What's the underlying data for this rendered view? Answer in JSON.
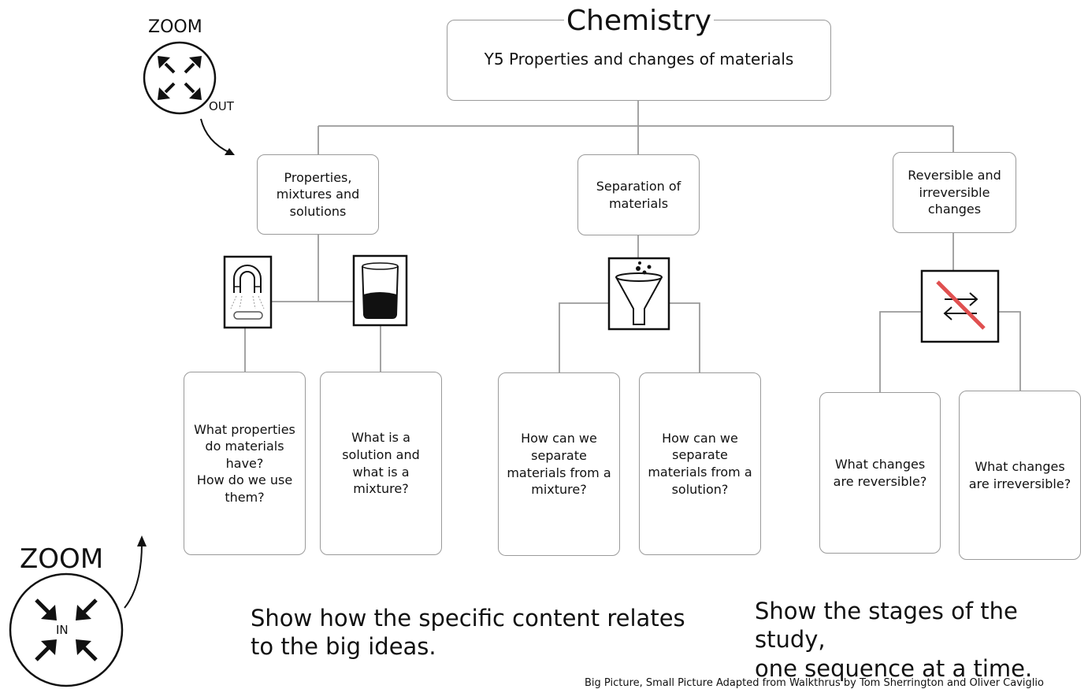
{
  "title": "Chemistry",
  "subtitle": "Y5 Properties and changes of materials",
  "topics": [
    {
      "label": "Properties,\nmixtures and\nsolutions",
      "icons": [
        "magnet-icon",
        "beaker-icon"
      ],
      "questions": [
        "What properties\ndo materials\nhave?\nHow do we use\nthem?",
        "What is a\nsolution and\nwhat is a\nmixture?"
      ]
    },
    {
      "label": "Separation of\nmaterials",
      "icons": [
        "funnel-icon"
      ],
      "questions": [
        "How can we\nseparate\nmaterials from a\nmixture?",
        "How can we\nseparate\nmaterials from a\nsolution?"
      ]
    },
    {
      "label": "Reversible and\nirreversible\nchanges",
      "icons": [
        "irreversible-arrows-icon"
      ],
      "questions": [
        "What changes\nare reversible?",
        "What changes\nare irreversible?"
      ]
    }
  ],
  "zoom_out": {
    "label": "ZOOM",
    "direction": "OUT",
    "icon": "zoom-out-arrows-icon"
  },
  "zoom_in": {
    "label": "ZOOM",
    "direction": "IN",
    "icon": "zoom-in-arrows-icon"
  },
  "captions": {
    "left": "Show how the specific content relates\nto the big ideas.",
    "right": "Show the stages of the study,\none sequence at a time."
  },
  "credit": "Big Picture, Small Picture Adapted from Walkthrus by Tom Sherrington and Oliver Caviglio",
  "colors": {
    "cross_out": "#e05050",
    "box_border": "#9a9a9a",
    "ink": "#111111"
  }
}
